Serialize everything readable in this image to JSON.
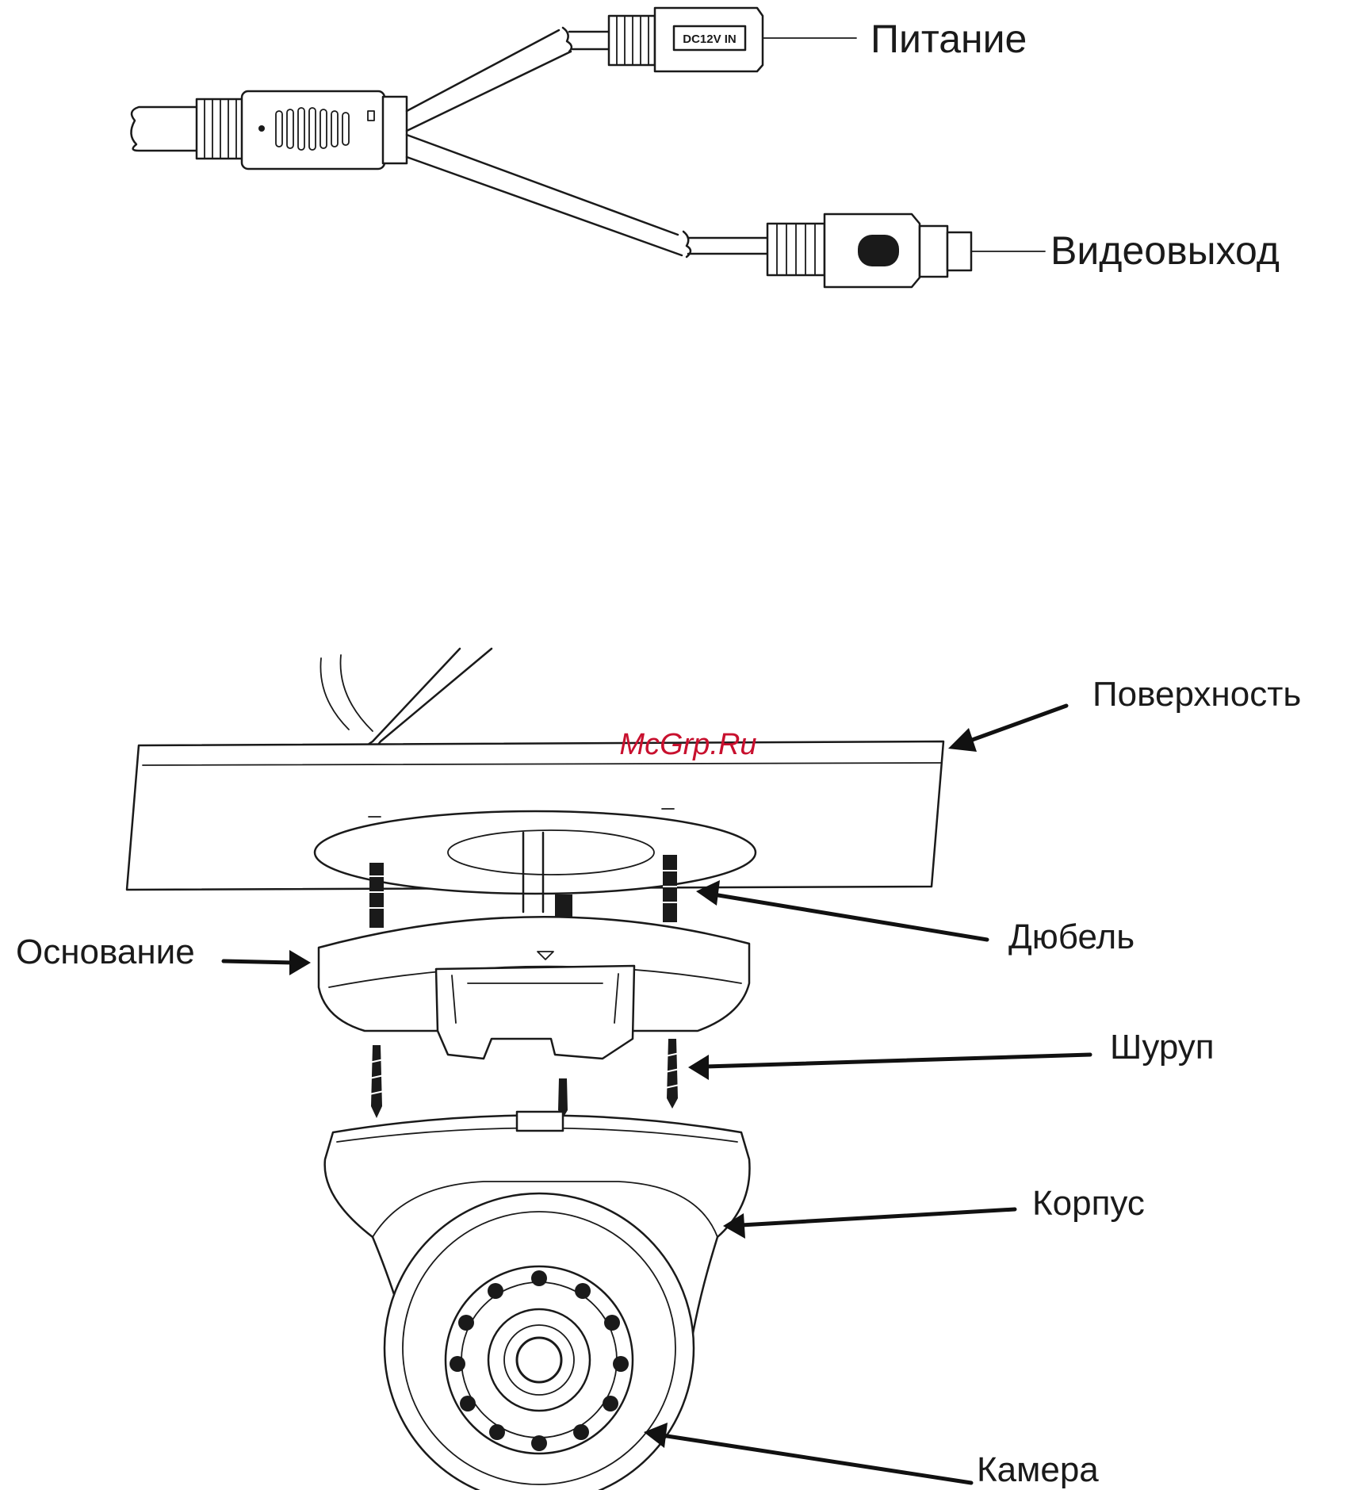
{
  "cable_diagram": {
    "labels": {
      "power": "Питание",
      "video_out": "Видеовыход"
    },
    "power_jack_text": "DC12V IN"
  },
  "mount_diagram": {
    "labels": {
      "surface": "Поверхность",
      "anchor": "Дюбель",
      "base": "Основание",
      "screw": "Шуруп",
      "housing": "Корпус",
      "camera": "Камера"
    }
  },
  "watermark": "McGrp.Ru",
  "colors": {
    "line": "#1a1a1a",
    "watermark": "#c8102e",
    "background": "#ffffff"
  }
}
